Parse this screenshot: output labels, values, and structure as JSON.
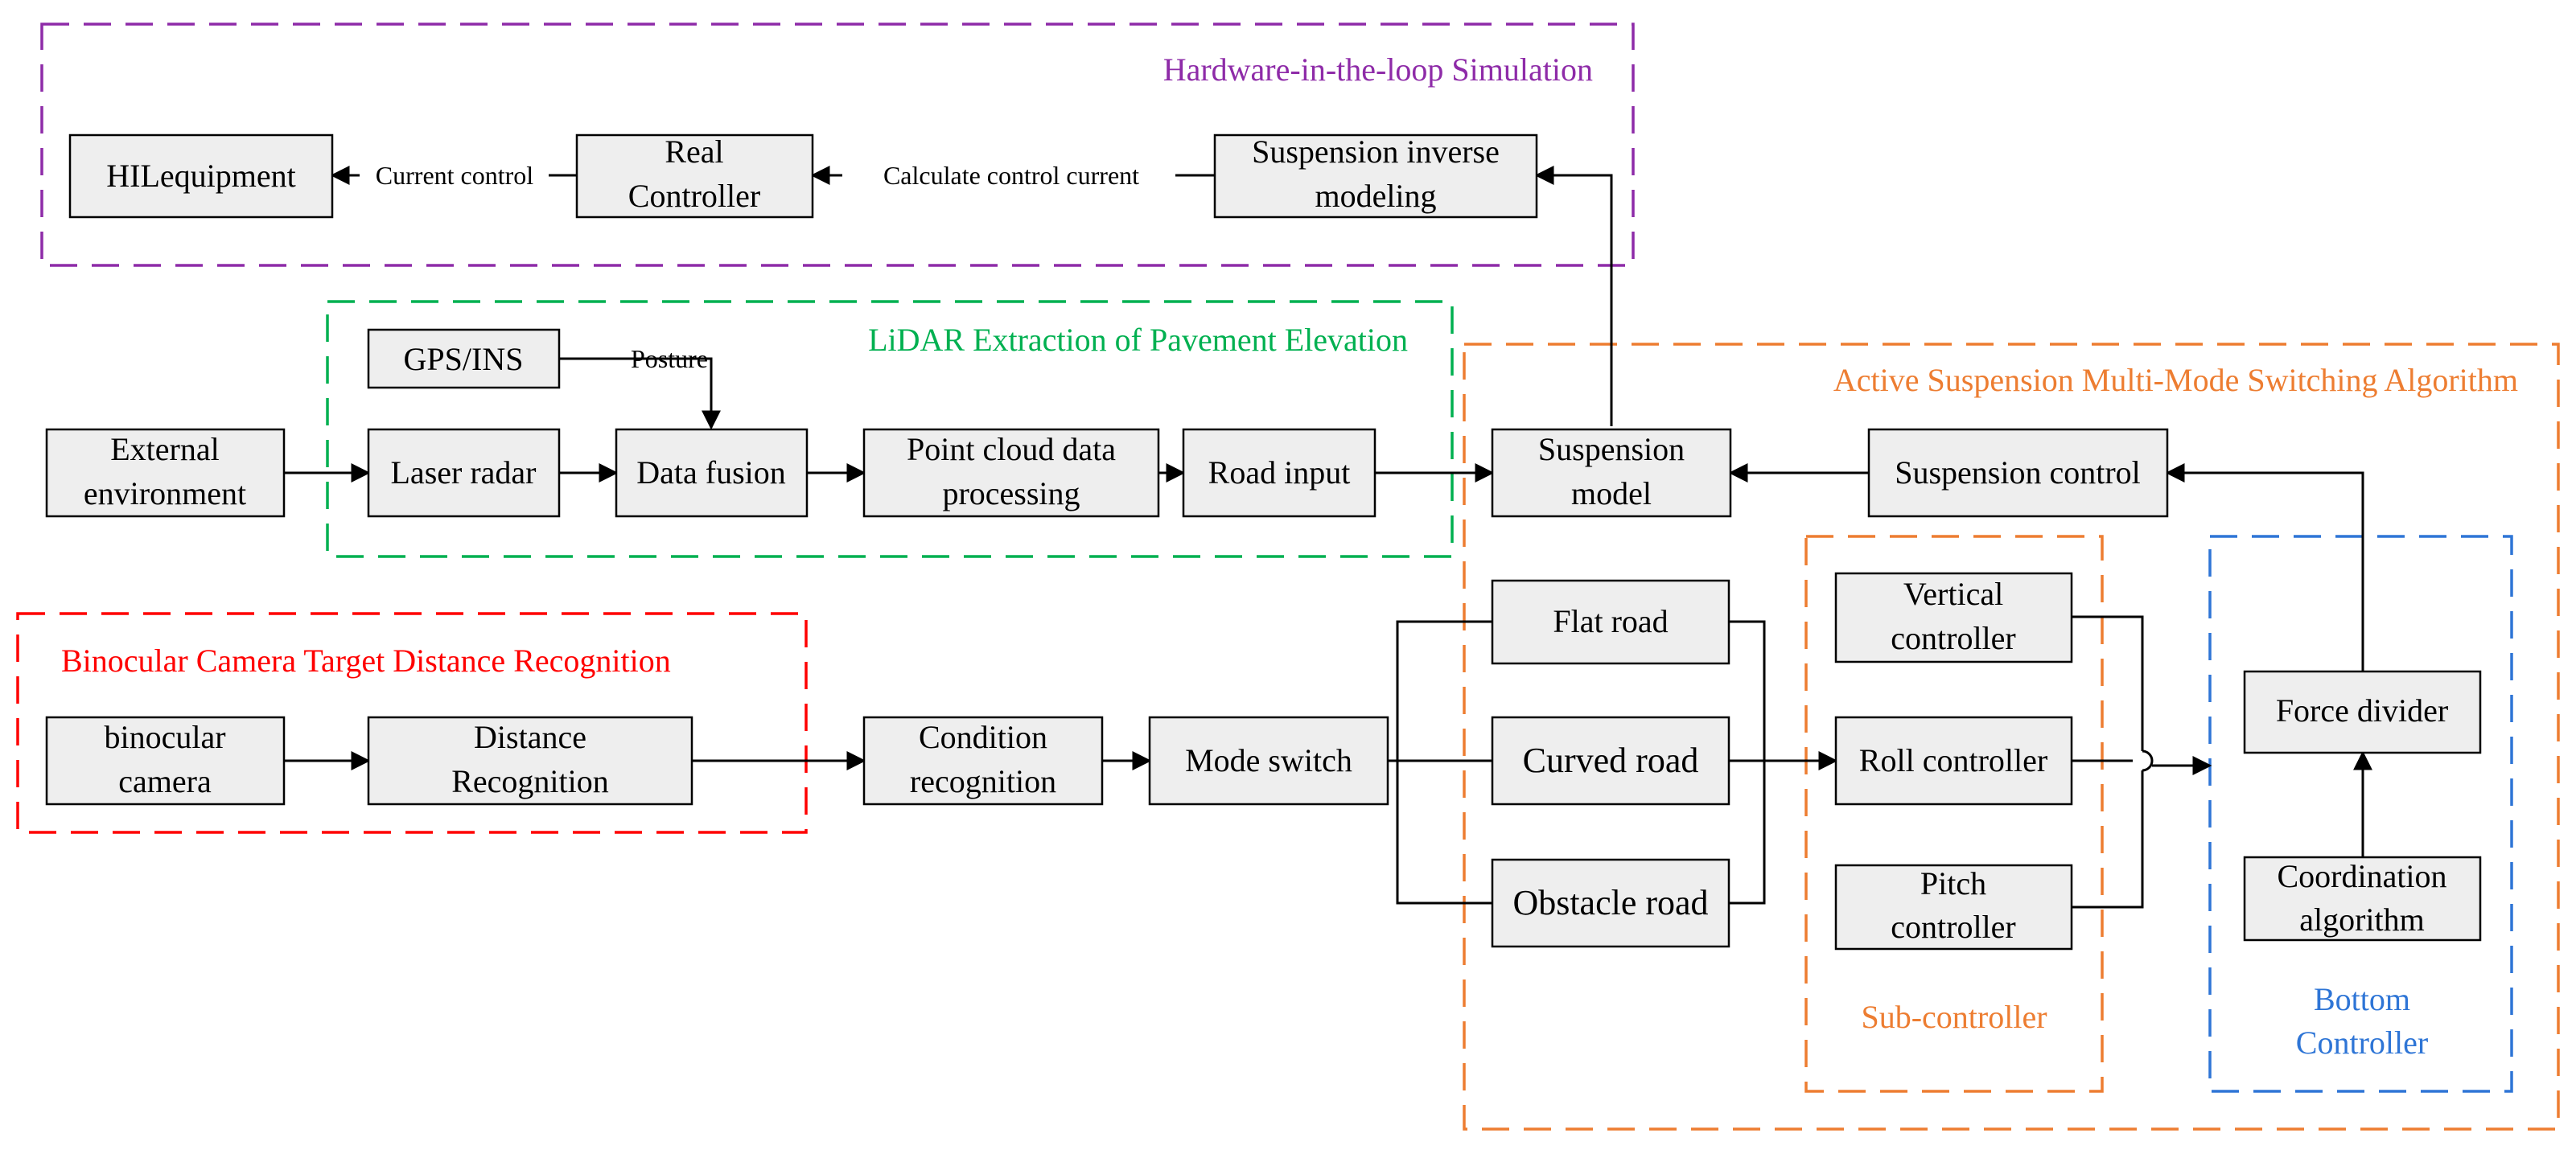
{
  "groups": {
    "hil": {
      "label": "Hardware-in-the-loop Simulation",
      "color": "#8e2ba8"
    },
    "lidar": {
      "label": "LiDAR Extraction of Pavement Elevation",
      "color": "#00b050"
    },
    "binocular": {
      "label": "Binocular Camera Target Distance Recognition",
      "color": "#ff0000"
    },
    "active": {
      "label": "Active Suspension Multi-Mode Switching Algorithm",
      "color": "#ed7d31"
    },
    "sub": {
      "label": "Sub-controller",
      "color": "#ed7d31"
    },
    "bottom": {
      "label_line1": "Bottom",
      "label_line2": "Controller",
      "color": "#2e75d6"
    }
  },
  "boxes": {
    "hil_equipment": {
      "l1": "HILequipment"
    },
    "real_controller": {
      "l1": "Real",
      "l2": "Controller"
    },
    "susp_inverse": {
      "l1": "Suspension inverse",
      "l2": "modeling"
    },
    "gps_ins": {
      "l1": "GPS/INS"
    },
    "external_env": {
      "l1": "External",
      "l2": "environment"
    },
    "laser_radar": {
      "l1": "Laser radar"
    },
    "data_fusion": {
      "l1": "Data fusion"
    },
    "point_cloud": {
      "l1": "Point cloud data",
      "l2": "processing"
    },
    "road_input": {
      "l1": "Road input"
    },
    "susp_model": {
      "l1": "Suspension",
      "l2": "model"
    },
    "susp_control": {
      "l1": "Suspension control"
    },
    "bino_camera": {
      "l1": "binocular",
      "l2": "camera"
    },
    "distance_rec": {
      "l1": "Distance",
      "l2": "Recognition"
    },
    "condition_rec": {
      "l1": "Condition",
      "l2": "recognition"
    },
    "mode_switch": {
      "l1": "Mode switch"
    },
    "flat_road": {
      "l1": "Flat road"
    },
    "curved_road": {
      "l1": "Curved road"
    },
    "obstacle_road": {
      "l1": "Obstacle road"
    },
    "vertical_ctrl": {
      "l1": "Vertical",
      "l2": "controller"
    },
    "roll_ctrl": {
      "l1": "Roll controller"
    },
    "pitch_ctrl": {
      "l1": "Pitch",
      "l2": "controller"
    },
    "force_divider": {
      "l1": "Force divider"
    },
    "coord_algo": {
      "l1": "Coordination",
      "l2": "algorithm"
    }
  },
  "edge_labels": {
    "current_control": "Current control",
    "calc_current": "Calculate  control current",
    "posture": "Posture"
  }
}
